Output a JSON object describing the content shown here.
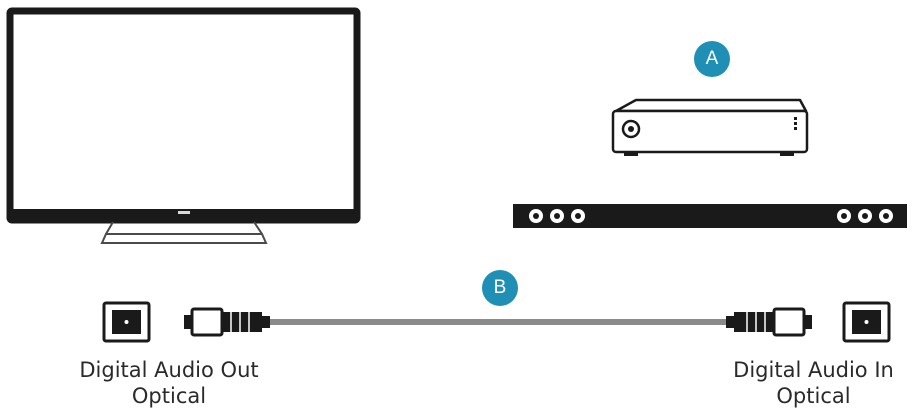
{
  "labels": {
    "source_device": "A",
    "cable": "B"
  },
  "tv_port": {
    "line1": "Digital Audio Out",
    "line2": "Optical"
  },
  "soundbar_port": {
    "line1": "Digital Audio In",
    "line2": "Optical"
  },
  "colors": {
    "badge": "#1f8fb5",
    "device_outline": "#1a1a1a",
    "cable": "#8a8a8a",
    "soundbar": "#1a1a1a"
  }
}
